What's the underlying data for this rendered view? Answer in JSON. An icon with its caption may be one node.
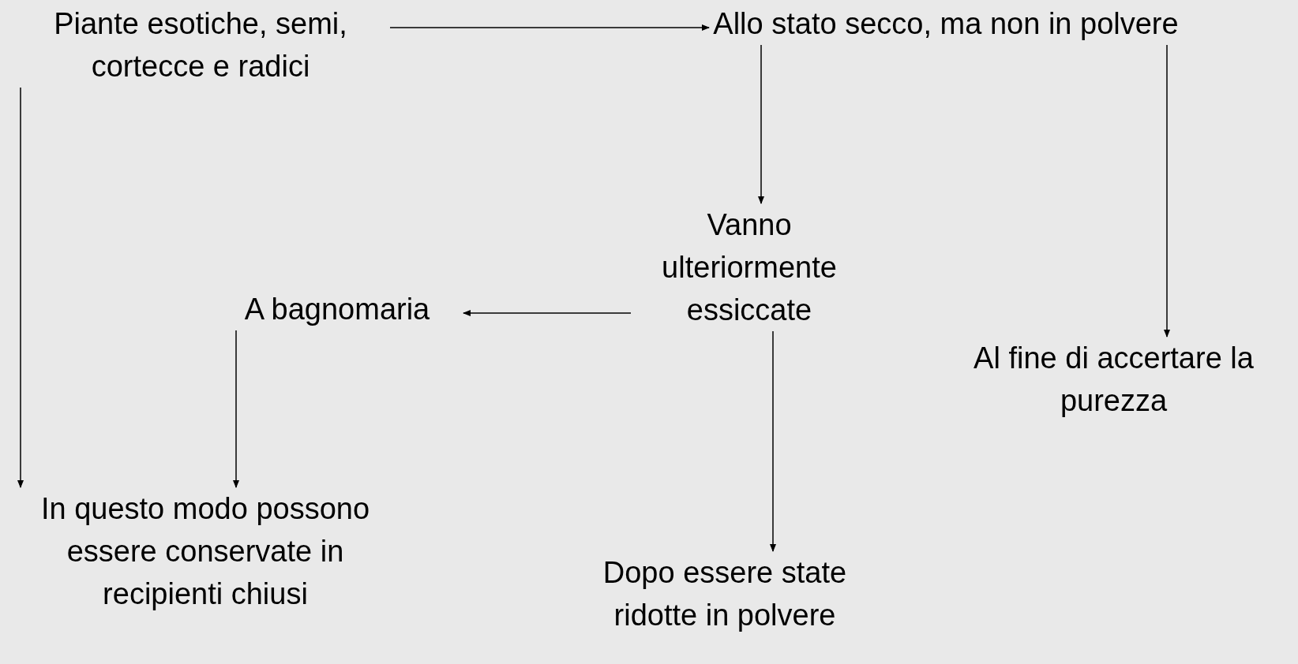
{
  "diagram": {
    "nodes": [
      {
        "text": [
          "Piante esotiche, semi, cortecce e radici"
        ]
      },
      {
        "text": [
          "Allo stato secco, ma non in polvere"
        ]
      },
      {
        "text": [
          "Vanno ulteriormente essiccate"
        ]
      },
      {
        "text": [
          "A bagnomaria"
        ]
      },
      {
        "text": [
          "Al fine di accertare la purezza"
        ]
      },
      {
        "text": [
          "In questo modo possono essere conservate in recipienti chiusi"
        ]
      },
      {
        "text": [
          "Dopo essere state ridotte in polvere"
        ]
      }
    ],
    "edges": [
      {
        "from": 0,
        "to": 1,
        "arrow": "to"
      },
      {
        "from": 0,
        "to": 5,
        "arrow": "to"
      },
      {
        "from": 1,
        "to": 2,
        "arrow": "to"
      },
      {
        "from": 1,
        "to": 4,
        "arrow": "to"
      },
      {
        "from": 2,
        "to": 3,
        "arrow": "to"
      },
      {
        "from": 3,
        "to": 5,
        "arrow": "to"
      },
      {
        "from": 2,
        "to": 6,
        "arrow": "to"
      }
    ]
  }
}
